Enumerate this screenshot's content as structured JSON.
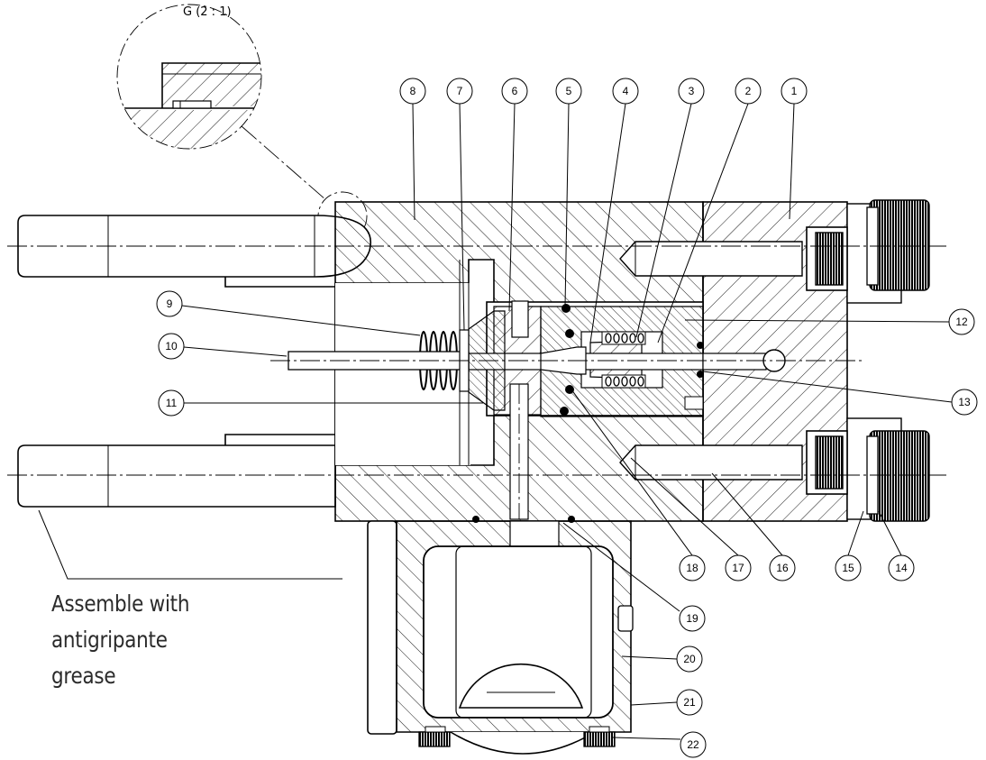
{
  "detail_view": {
    "title": "G  (2 : 1)"
  },
  "note": {
    "line1": "Assemble with antigripante",
    "line2": "grease"
  },
  "balloons": [
    "1",
    "2",
    "3",
    "4",
    "5",
    "6",
    "7",
    "8",
    "9",
    "10",
    "11",
    "12",
    "13",
    "14",
    "15",
    "16",
    "17",
    "18",
    "19",
    "20",
    "21",
    "22"
  ]
}
